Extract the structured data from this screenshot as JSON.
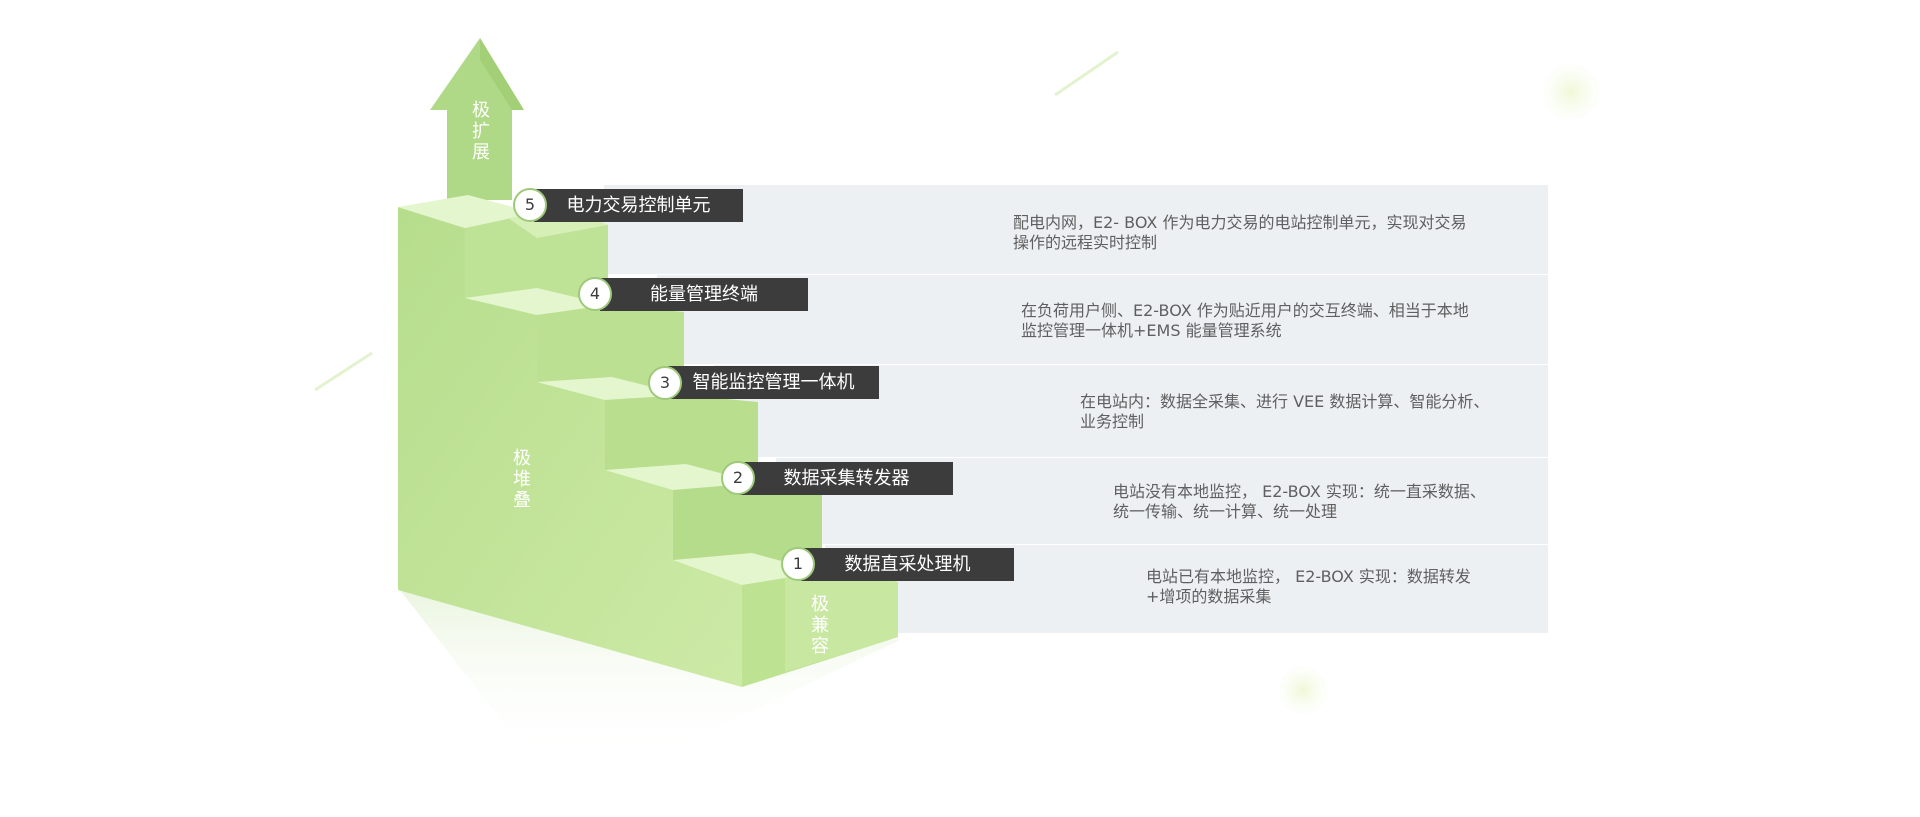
{
  "colors": {
    "step_front": "#c3e59c",
    "step_top": "#e4f6cd",
    "step_side": "#b0d889",
    "arrow": "#afd987",
    "label_bg": "#3c3c3c",
    "panel_bg": "#edf0f3",
    "circle_border": "#9ec97a"
  },
  "arrow_text": "极扩展",
  "side_text": "极堆叠",
  "bottom_text": "极兼容",
  "steps": [
    {
      "num": "1",
      "label": "数据直采处理机",
      "desc_line1": "电站已有本地监控， E2-BOX 实现：数据转发",
      "desc_line2": "+增项的数据采集"
    },
    {
      "num": "2",
      "label": "数据采集转发器",
      "desc_line1": "电站没有本地监控， E2-BOX 实现：统一直采数据、",
      "desc_line2": "统一传输、统一计算、统一处理"
    },
    {
      "num": "3",
      "label": "智能监控管理一体机",
      "desc_line1": "在电站内：数据全采集、进行 VEE 数据计算、智能分析、",
      "desc_line2": "业务控制"
    },
    {
      "num": "4",
      "label": "能量管理终端",
      "desc_line1": "在负荷用户侧、E2-BOX 作为贴近用户的交互终端、相当于本地",
      "desc_line2": "监控管理一体机+EMS 能量管理系统"
    },
    {
      "num": "5",
      "label": "电力交易控制单元",
      "desc_line1": "配电内网，E2- BOX 作为电力交易的电站控制单元，实现对交易",
      "desc_line2": "操作的远程实时控制"
    }
  ]
}
